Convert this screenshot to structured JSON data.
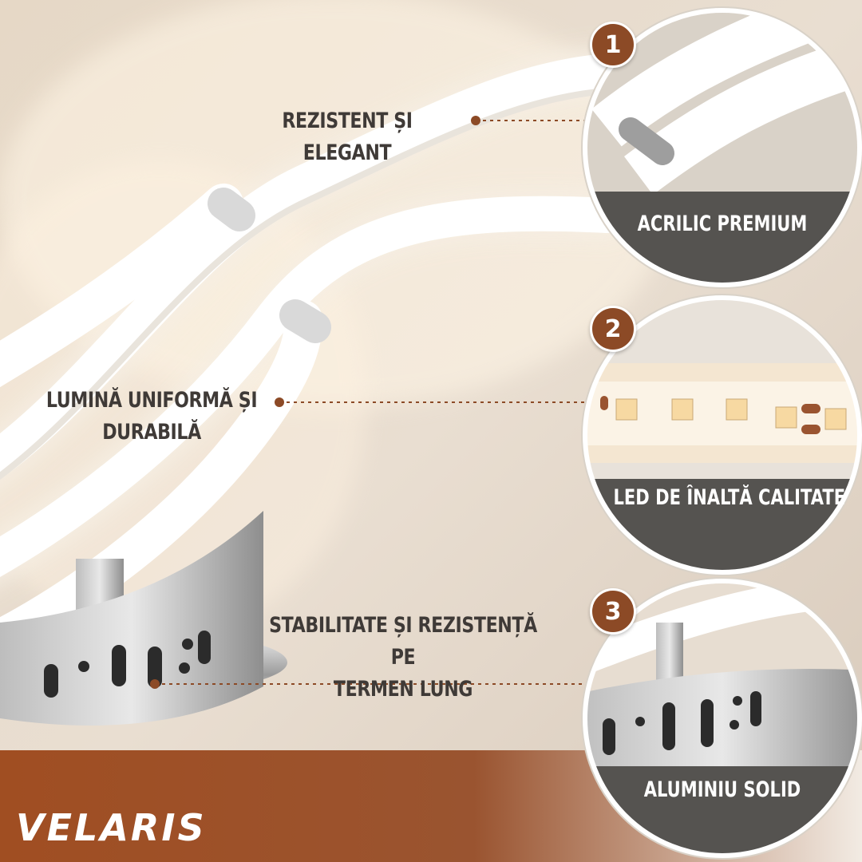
{
  "brand": {
    "name": "VELARIS"
  },
  "callouts": [
    {
      "text": "REZISTENT ȘI ELEGANT"
    },
    {
      "line1": "LUMINĂ UNIFORMĂ ȘI",
      "line2": "DURABILĂ"
    },
    {
      "line1": "STABILITATE ȘI REZISTENȚĂ PE",
      "line2": "TERMEN LUNG"
    }
  ],
  "details": [
    {
      "number": "1",
      "label": "ACRILIC PREMIUM"
    },
    {
      "number": "2",
      "label": "LED DE ÎNALTĂ CALITATE"
    },
    {
      "number": "3",
      "label": "ALUMINIU SOLID"
    }
  ],
  "colors": {
    "accent": "#8c4a26",
    "text_dark": "#3f3a37",
    "band": "#555350",
    "background": "#e8ddd0"
  },
  "icons": [
    "lamp-photo",
    "acrylic-detail-photo",
    "led-strip-photo",
    "aluminium-base-photo"
  ]
}
